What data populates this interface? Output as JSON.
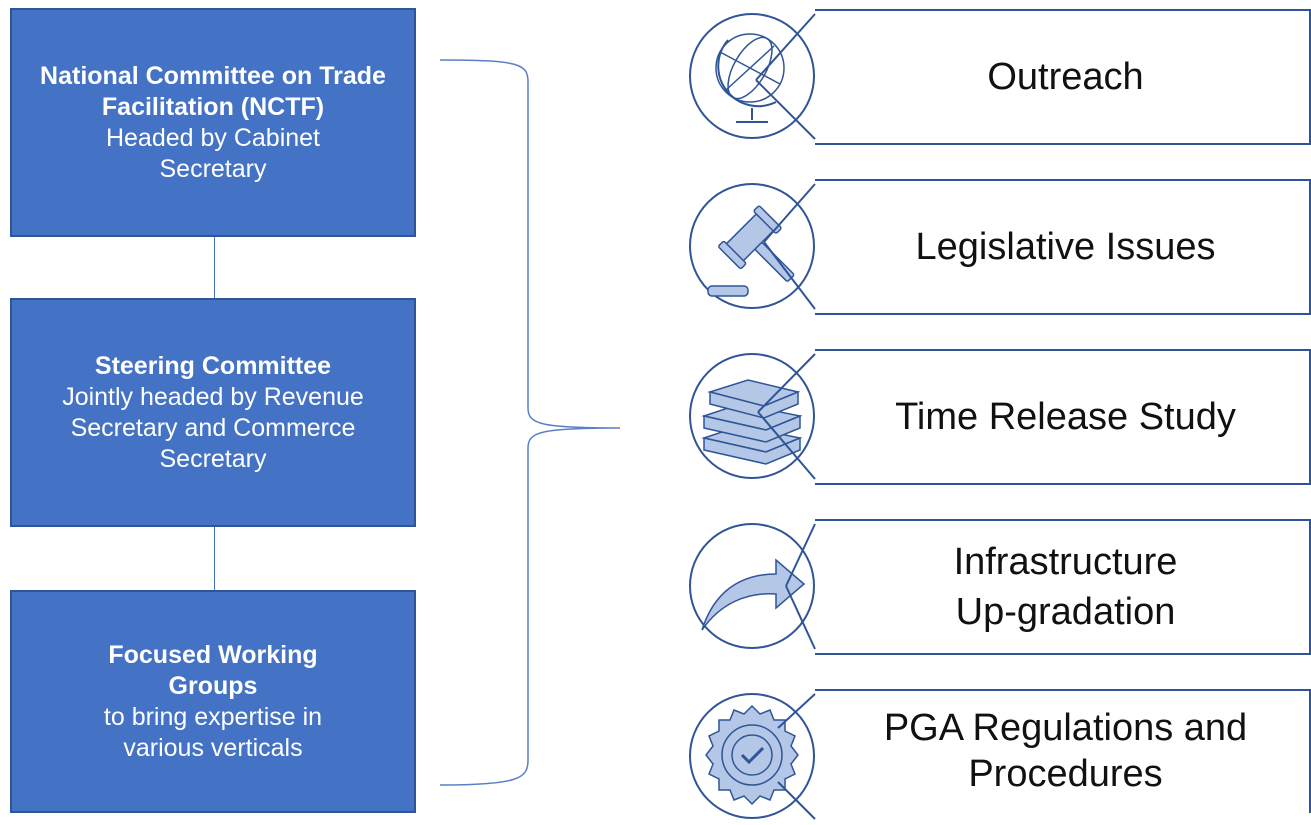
{
  "hierarchy": [
    {
      "title": "National Committee on Trade Facilitation (NCTF)",
      "subtitle": "Headed by Cabinet Secretary"
    },
    {
      "title": "Steering Committee",
      "subtitle": "Jointly headed by Revenue Secretary and Commerce Secretary"
    },
    {
      "title": "Focused Working Groups",
      "subtitle": "to bring expertise in various verticals"
    }
  ],
  "focus_areas": [
    {
      "label": "Outreach",
      "icon": "globe-icon"
    },
    {
      "label": "Legislative Issues",
      "icon": "gavel-icon"
    },
    {
      "label": "Time Release Study",
      "icon": "books-icon"
    },
    {
      "label_line1": "Infrastructure",
      "label_line2": "Up-gradation",
      "icon": "arrow-icon"
    },
    {
      "label_line1": "PGA Regulations and",
      "label_line2": "Procedures",
      "icon": "certificate-badge-icon"
    }
  ],
  "colors": {
    "box_fill": "#4472C4",
    "box_border": "#2F5597",
    "line": "#4472C4",
    "text": "#111111"
  }
}
